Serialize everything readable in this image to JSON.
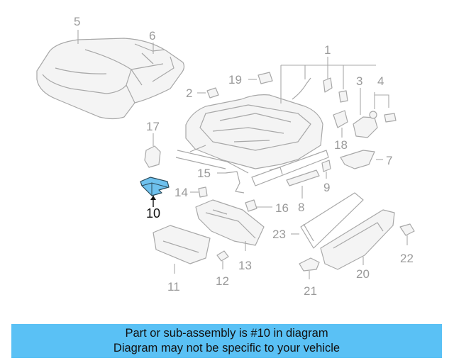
{
  "diagram": {
    "highlight_color": "#6ec1ee",
    "callouts": {
      "p1": "1",
      "p2": "2",
      "p3": "3",
      "p4": "4",
      "p5": "5",
      "p6": "6",
      "p7": "7",
      "p8": "8",
      "p9": "9",
      "p10": "10",
      "p11": "11",
      "p12": "12",
      "p13": "13",
      "p14": "14",
      "p15": "15",
      "p16": "16",
      "p17": "17",
      "p18": "18",
      "p19": "19",
      "p20": "20",
      "p21": "21",
      "p22": "22",
      "p23": "23"
    }
  },
  "banner": {
    "line1": "Part or sub-assembly is #10 in diagram",
    "line2": "Diagram may not be specific to your vehicle",
    "color": "#5ac1f5"
  }
}
